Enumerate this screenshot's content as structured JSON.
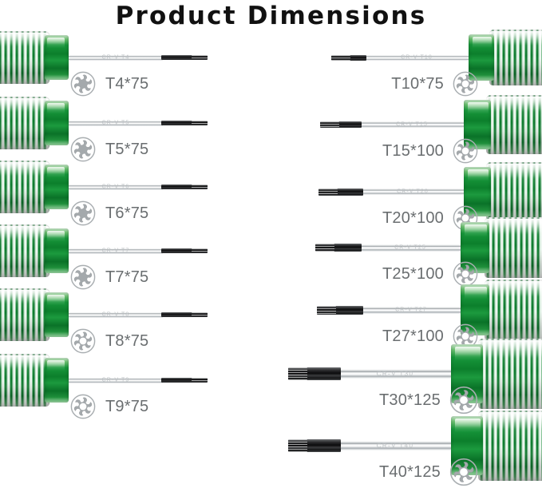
{
  "title": "Product Dimensions",
  "colors": {
    "handle_green": "#0f8a33",
    "shaft_silver": "#c9ced1",
    "tip_black": "#0b0b0c",
    "label_gray": "#6a6e70",
    "title_black": "#111111"
  },
  "icon_names": {
    "torx_filled": "torx-star-filled-icon",
    "torx_hollow": "torx-star-hollow-icon"
  },
  "columns": {
    "left": {
      "items": [
        {
          "size": "T4*75",
          "shaft_mark": "CR-V T4",
          "icon": "torx-star-filled-icon",
          "icon_style": "filled"
        },
        {
          "size": "T5*75",
          "shaft_mark": "CR-V T5",
          "icon": "torx-star-filled-icon",
          "icon_style": "filled"
        },
        {
          "size": "T6*75",
          "shaft_mark": "CR-V T6",
          "icon": "torx-star-filled-icon",
          "icon_style": "filled"
        },
        {
          "size": "T7*75",
          "shaft_mark": "CR-V T7",
          "icon": "torx-star-filled-icon",
          "icon_style": "filled"
        },
        {
          "size": "T8*75",
          "shaft_mark": "CR-V T8",
          "icon": "torx-star-hollow-icon",
          "icon_style": "hollow"
        },
        {
          "size": "T9*75",
          "shaft_mark": "CR-V T9",
          "icon": "torx-star-hollow-icon",
          "icon_style": "hollow"
        }
      ]
    },
    "right": {
      "items": [
        {
          "size": "T10*75",
          "shaft_mark": "CR-V T10",
          "icon": "torx-star-hollow-icon",
          "icon_style": "hollow"
        },
        {
          "size": "T15*100",
          "shaft_mark": "CR-V T15",
          "icon": "torx-star-hollow-icon",
          "icon_style": "hollow"
        },
        {
          "size": "T20*100",
          "shaft_mark": "CR-V T20",
          "icon": "torx-star-hollow-icon",
          "icon_style": "hollow"
        },
        {
          "size": "T25*100",
          "shaft_mark": "CR-V T25",
          "icon": "torx-star-hollow-icon",
          "icon_style": "hollow"
        },
        {
          "size": "T27*100",
          "shaft_mark": "CR-V T27",
          "icon": "torx-star-hollow-icon",
          "icon_style": "hollow"
        },
        {
          "size": "T30*125",
          "shaft_mark": "CR-V T30",
          "icon": "torx-star-hollow-icon",
          "icon_style": "hollow"
        },
        {
          "size": "T40*125",
          "shaft_mark": "CR-V T40",
          "icon": "torx-star-hollow-icon",
          "icon_style": "hollow"
        }
      ]
    }
  }
}
